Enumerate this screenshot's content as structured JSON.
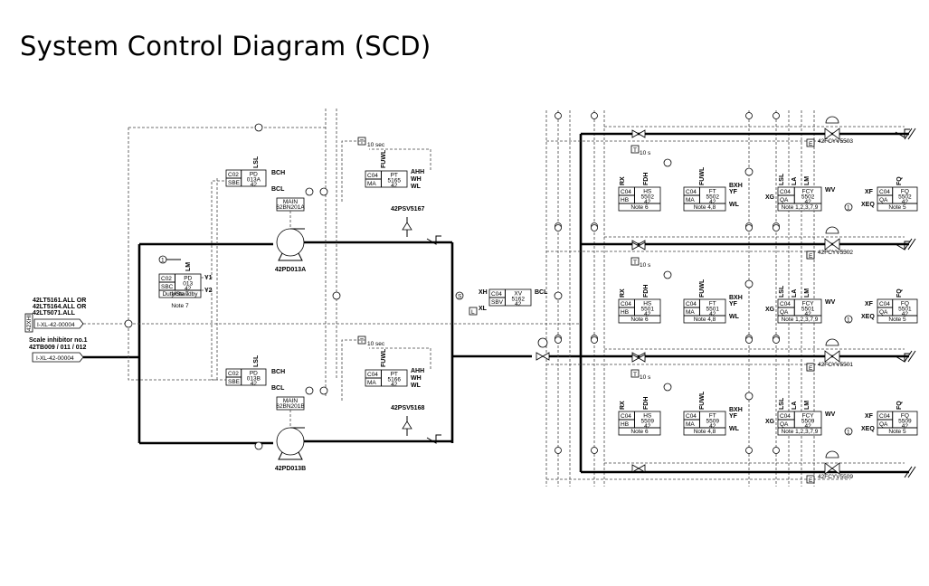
{
  "page": {
    "title": "System Control Diagram (SCD)"
  },
  "left_inputs": {
    "level_tags": [
      "42LT5161.ALL OR",
      "42LT5164.ALL OR",
      "42LT5071.ALL"
    ],
    "side_tag": "42XHI",
    "ref1": "I-XL-42-00004",
    "scale_label": "Scale inhibitor no.1",
    "scale_tags": "42TB009 / 011 / 012",
    "ref2": "I-XL-42-00004"
  },
  "pumps": [
    {
      "name": "42PD013A",
      "tag": "PD",
      "id": "013A",
      "loc": "42",
      "code": "C02",
      "fn": "SBE",
      "main": "MAIN",
      "main_id": "62BN201A",
      "psv": "42PSV5167",
      "pt": {
        "tag": "PT",
        "id": "5165",
        "loc": "42",
        "code": "C04",
        "fn": "MA"
      },
      "labels": {
        "lsl": "LSL",
        "bch": "BCH",
        "bcl": "BCL",
        "fuwl": "FUWL",
        "ahh": "AHH",
        "wh": "WH",
        "wl": "WL",
        "timer": "10 sec"
      }
    },
    {
      "name": "42PD013B",
      "tag": "PD",
      "id": "013B",
      "loc": "42",
      "code": "C02",
      "fn": "SBE",
      "main": "MAIN",
      "main_id": "62BN201B",
      "psv": "42PSV5168",
      "pt": {
        "tag": "PT",
        "id": "5166",
        "loc": "42",
        "code": "C04",
        "fn": "MA"
      },
      "labels": {
        "lsl": "LSL",
        "bch": "BCH",
        "bcl": "BCL",
        "fuwl": "FUWL",
        "ahh": "AHH",
        "wh": "WH",
        "wl": "WL",
        "timer": "10 sec"
      }
    }
  ],
  "duty": {
    "tag": "PD",
    "id": "013",
    "loc": "42",
    "code": "C02",
    "fn": "SBC",
    "mode": "Duty/Standby",
    "note": "Note 7",
    "lm": "LM",
    "y1": "Y1",
    "y2": "Y2",
    "circle": "1"
  },
  "xv": {
    "tag": "XV",
    "id": "5162",
    "loc": "42",
    "code": "C04",
    "fn": "SBV",
    "xh": "XH",
    "xl": "XL",
    "bcl": "BCL",
    "s": "S",
    "l": "L"
  },
  "trains": [
    {
      "hs": {
        "tag": "HS",
        "id": "5502",
        "loc": "42",
        "code": "C04",
        "fn": "HB",
        "note": "Note 6"
      },
      "ft": {
        "tag": "FT",
        "id": "5502",
        "loc": "42",
        "code": "C04",
        "fn": "MA",
        "note": "Note 4,8"
      },
      "fcy": {
        "tag": "FCY",
        "id": "5502",
        "loc": "42",
        "code": "C04",
        "fn": "QA",
        "note": "Note 1,2,3,7,9"
      },
      "fq": {
        "tag": "FQ",
        "id": "5502",
        "loc": "42",
        "code": "C04",
        "fn": "QA",
        "note": "Note 5"
      },
      "valve_top": "42FCYV5503",
      "valve_bottom": "42FCYV5502"
    },
    {
      "hs": {
        "tag": "HS",
        "id": "5501",
        "loc": "42",
        "code": "C04",
        "fn": "HB",
        "note": "Note 6"
      },
      "ft": {
        "tag": "FT",
        "id": "5501",
        "loc": "42",
        "code": "C04",
        "fn": "MA",
        "note": "Note 4,8"
      },
      "fcy": {
        "tag": "FCY",
        "id": "5501",
        "loc": "42",
        "code": "C04",
        "fn": "QA",
        "note": "Note 1,2,3,7,9"
      },
      "fq": {
        "tag": "FQ",
        "id": "5501",
        "loc": "42",
        "code": "C04",
        "fn": "QA",
        "note": "Note 5"
      },
      "valve_top": "",
      "valve_bottom": "42FCYV5501"
    },
    {
      "hs": {
        "tag": "HS",
        "id": "5509",
        "loc": "42",
        "code": "C04",
        "fn": "HB",
        "note": "Note 6"
      },
      "ft": {
        "tag": "FT",
        "id": "5509",
        "loc": "42",
        "code": "C04",
        "fn": "MA",
        "note": "Note 4,8"
      },
      "fcy": {
        "tag": "FCY",
        "id": "5509",
        "loc": "42",
        "code": "C04",
        "fn": "QA",
        "note": "Note 1,2,3,7,9"
      },
      "fq": {
        "tag": "FQ",
        "id": "5509",
        "loc": "42",
        "code": "C04",
        "fn": "QA",
        "note": "Note 5"
      },
      "valve_top": "",
      "valve_bottom": "42FCYV5509"
    }
  ],
  "train_labels": {
    "rx": "RX",
    "fdh": "FDH",
    "fuwl": "FUWL",
    "bxh": "BXH",
    "yf": "YF",
    "wl": "WL",
    "xg": "XG",
    "lsl": "LSL",
    "la": "LA",
    "lm": "LM",
    "wv": "WV",
    "xf": "XF",
    "xeq": "XEQ",
    "fq": "FQ",
    "timer": "10 s",
    "circle": "1",
    "e": "E"
  }
}
